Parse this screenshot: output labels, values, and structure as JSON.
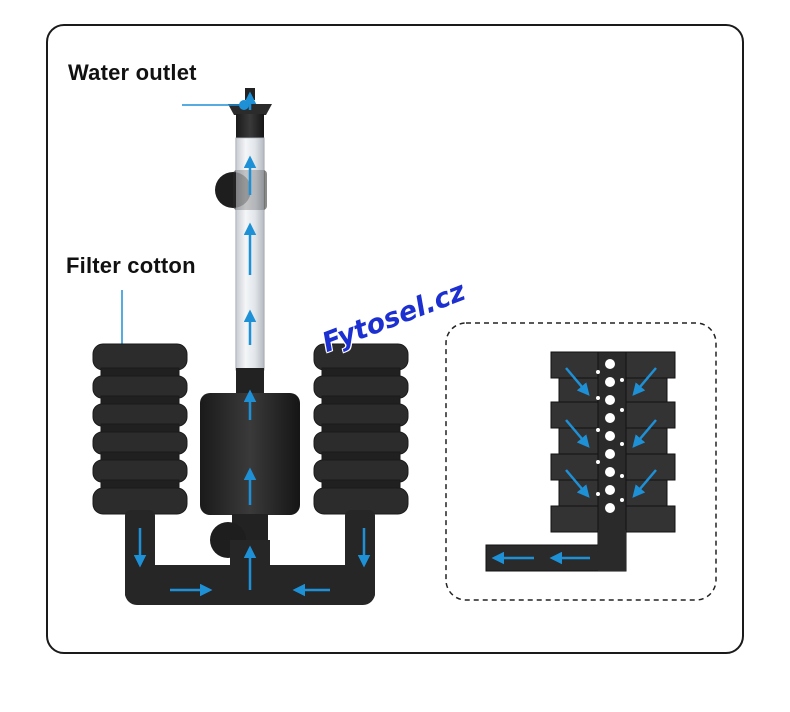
{
  "labels": {
    "water_outlet": "Water outlet",
    "filter_cotton": "Filter cotton"
  },
  "watermark": "Fytosel.cz",
  "colors": {
    "arrow": "#1e90d6",
    "sponge": "#2a2a2a",
    "frame_border": "#1a1a1a",
    "watermark": "#1c2fd0"
  }
}
